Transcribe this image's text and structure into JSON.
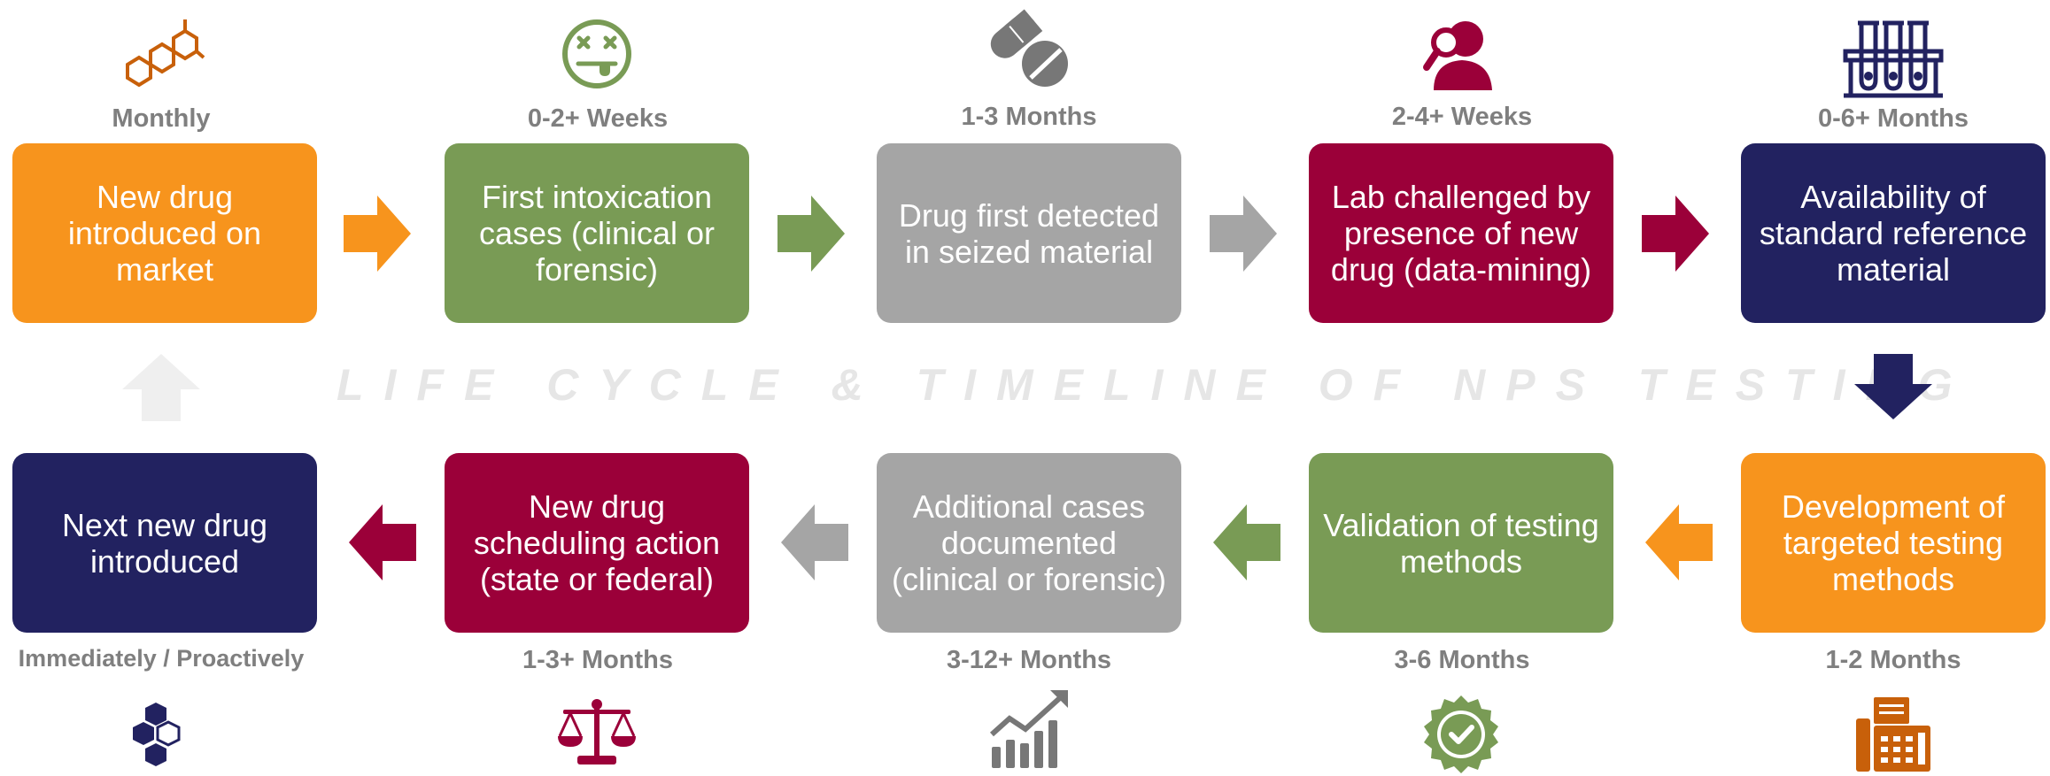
{
  "title": "LIFE CYCLE & TIMELINE OF NPS TESTING",
  "colors": {
    "orange": "#f7941d",
    "green": "#799b55",
    "gray": "#a5a5a5",
    "crimson": "#9b0039",
    "navy": "#222260",
    "label_gray": "#7f7f7f",
    "faint": "#efefef"
  },
  "steps": [
    {
      "text": "New drug introduced on market",
      "time": "Monthly",
      "icon": "molecule-icon"
    },
    {
      "text": "First intoxication cases (clinical or forensic)",
      "time": "0-2+ Weeks",
      "icon": "dizzy-face-icon"
    },
    {
      "text": "Drug first detected in seized material",
      "time": "1-3 Months",
      "icon": "pills-icon"
    },
    {
      "text": "Lab challenged by presence of new drug (data-mining)",
      "time": "2-4+ Weeks",
      "icon": "magnifier-person-icon"
    },
    {
      "text": "Availability of standard reference material",
      "time": "0-6+ Months",
      "icon": "test-tubes-icon"
    },
    {
      "text": "Development of targeted testing methods",
      "time": "1-2 Months",
      "icon": "fax-machine-icon"
    },
    {
      "text": "Validation of testing methods",
      "time": "3-6 Months",
      "icon": "certified-badge-icon"
    },
    {
      "text": "Additional cases documented (clinical or forensic)",
      "time": "3-12+ Months",
      "icon": "growth-chart-icon"
    },
    {
      "text": "New drug scheduling action (state or federal)",
      "time": "1-3+ Months",
      "icon": "scales-icon"
    },
    {
      "text": "Next new drug introduced",
      "time": "Immediately / Proactively",
      "icon": "hexagon-cluster-icon"
    }
  ]
}
